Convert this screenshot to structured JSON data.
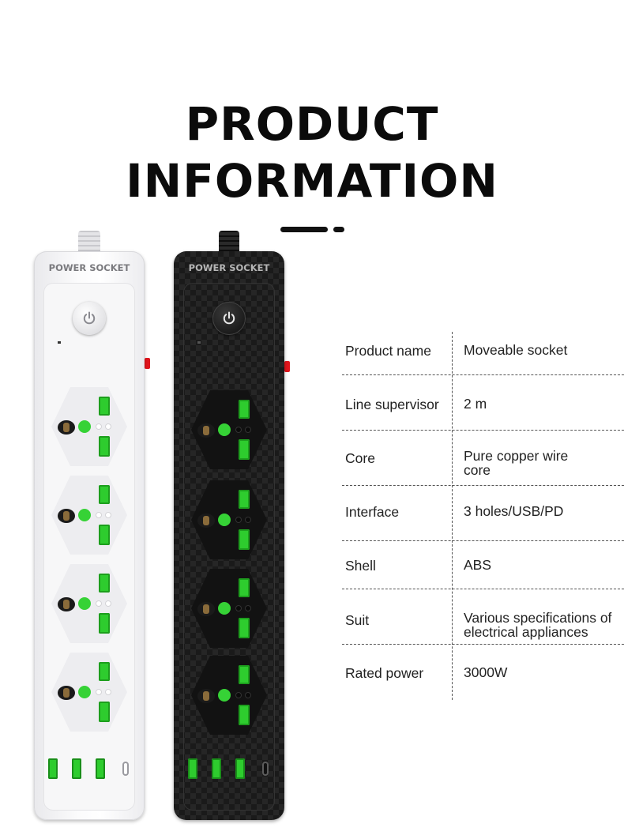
{
  "heading": {
    "line1": "PRODUCT",
    "line2": "INFORMATION"
  },
  "products": [
    {
      "variant": "white",
      "label": "POWER SOCKET",
      "color": "#ffffff"
    },
    {
      "variant": "black",
      "label": "POWER SOCKET",
      "color": "#1a1a1a"
    }
  ],
  "accent_colors": {
    "outlet_green": "#2ecc2e",
    "side_button_red": "#e0161d"
  },
  "specs": [
    {
      "label": "Product name",
      "value": "Moveable socket"
    },
    {
      "label": "Line supervisor",
      "value": "2 m"
    },
    {
      "label": "Core",
      "value": "Pure copper wire core"
    },
    {
      "label": "Interface",
      "value": "3 holes/USB/PD"
    },
    {
      "label": "Shell",
      "value": "ABS"
    },
    {
      "label": "Suit",
      "value": "Various specifications of electrical appliances"
    },
    {
      "label": "Rated power",
      "value": "3000W"
    }
  ]
}
